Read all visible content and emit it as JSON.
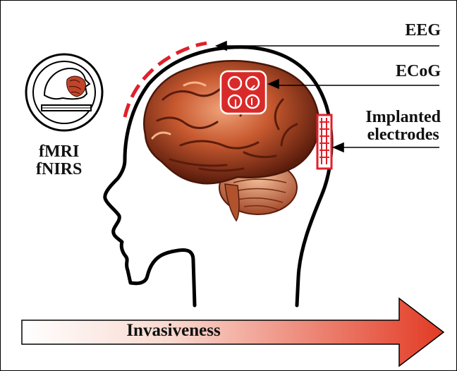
{
  "labels": {
    "eeg": "EEG",
    "ecog": "ECoG",
    "implanted_line1": "Implanted",
    "implanted_line2": "electrodes",
    "fmri": "fMRI",
    "fnirs": "fNIRS",
    "invasiveness": "Invasiveness"
  },
  "colors": {
    "electrode_red": "#e0202a",
    "arrow_gradient_start": "#ffffff",
    "arrow_gradient_end": "#e23a24",
    "outline": "#000000"
  },
  "icons": [
    "head-outline",
    "brain-illustration",
    "mri-scanner-icon",
    "eeg-cap",
    "ecog-grid",
    "implanted-electrode-array",
    "invasiveness-arrow"
  ]
}
